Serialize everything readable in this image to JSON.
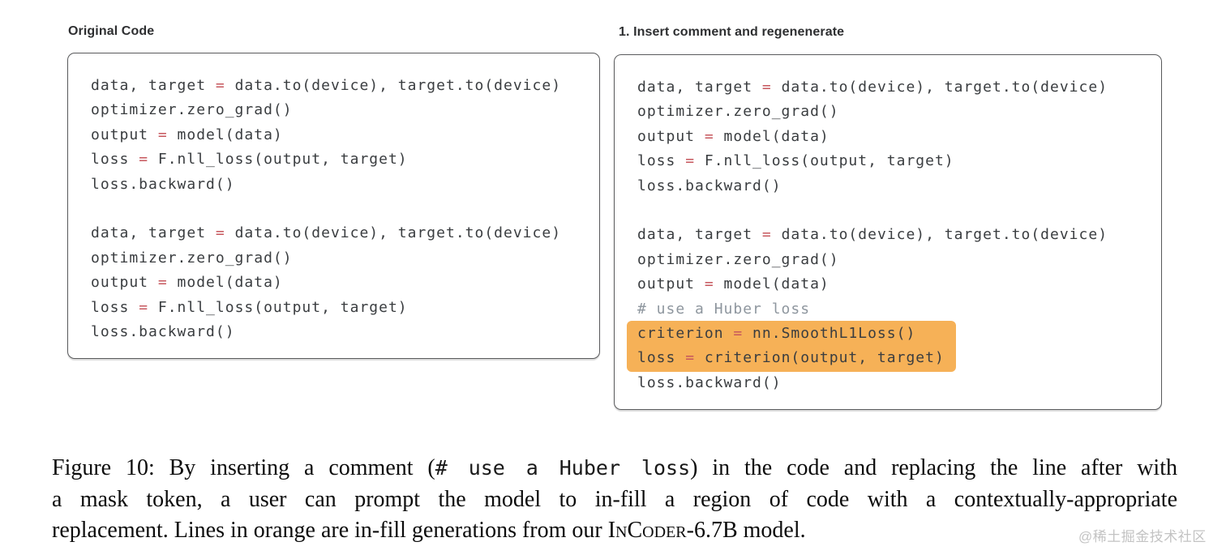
{
  "colors": {
    "highlight": "#f6b157",
    "assignment": "#c6565c",
    "comment": "#8e969e",
    "border": "#595a5c",
    "code_text": "#3a3d40"
  },
  "panels": [
    {
      "label": "Original Code",
      "blocks": [
        [
          {
            "text": "data, target = data.to(device), target.to(device)",
            "type": "code",
            "hl": false
          },
          {
            "text": "optimizer.zero_grad()",
            "type": "code",
            "hl": false
          },
          {
            "text": "output = model(data)",
            "type": "code",
            "hl": false
          },
          {
            "text": "loss = F.nll_loss(output, target)",
            "type": "code",
            "hl": false
          },
          {
            "text": "loss.backward()",
            "type": "code",
            "hl": false
          }
        ],
        [
          {
            "text": "data, target = data.to(device), target.to(device)",
            "type": "code",
            "hl": false
          },
          {
            "text": "optimizer.zero_grad()",
            "type": "code",
            "hl": false
          },
          {
            "text": "output = model(data)",
            "type": "code",
            "hl": false
          },
          {
            "text": "loss = F.nll_loss(output, target)",
            "type": "code",
            "hl": false
          },
          {
            "text": "loss.backward()",
            "type": "code",
            "hl": false
          }
        ]
      ]
    },
    {
      "label": "1. Insert comment and regenenerate",
      "blocks": [
        [
          {
            "text": "data, target = data.to(device), target.to(device)",
            "type": "code",
            "hl": false
          },
          {
            "text": "optimizer.zero_grad()",
            "type": "code",
            "hl": false
          },
          {
            "text": "output = model(data)",
            "type": "code",
            "hl": false
          },
          {
            "text": "loss = F.nll_loss(output, target)",
            "type": "code",
            "hl": false
          },
          {
            "text": "loss.backward()",
            "type": "code",
            "hl": false
          }
        ],
        [
          {
            "text": "data, target = data.to(device), target.to(device)",
            "type": "code",
            "hl": false
          },
          {
            "text": "optimizer.zero_grad()",
            "type": "code",
            "hl": false
          },
          {
            "text": "output = model(data)",
            "type": "code",
            "hl": false
          },
          {
            "text": "# use a Huber loss",
            "type": "comment",
            "hl": false
          },
          {
            "text": "criterion = nn.SmoothL1Loss()",
            "type": "code",
            "hl": true
          },
          {
            "text": "loss = criterion(output, target)",
            "type": "code",
            "hl": true
          },
          {
            "text": "loss.backward()",
            "type": "code",
            "hl": false
          }
        ]
      ]
    }
  ],
  "caption": {
    "line1": {
      "pre": "Figure 10: By inserting a comment (",
      "code": "# use a Huber loss",
      "post": ") in the code and replacing the line after with"
    },
    "line2": "a mask token, a user can prompt the model to in-fill a region of code with a contextually-appropriate",
    "line3": {
      "pre": "replacement. Lines in orange are in-fill generations from our ",
      "model": "InCoder-6.7B",
      "post": " model."
    }
  },
  "watermark": "@稀土掘金技术社区"
}
